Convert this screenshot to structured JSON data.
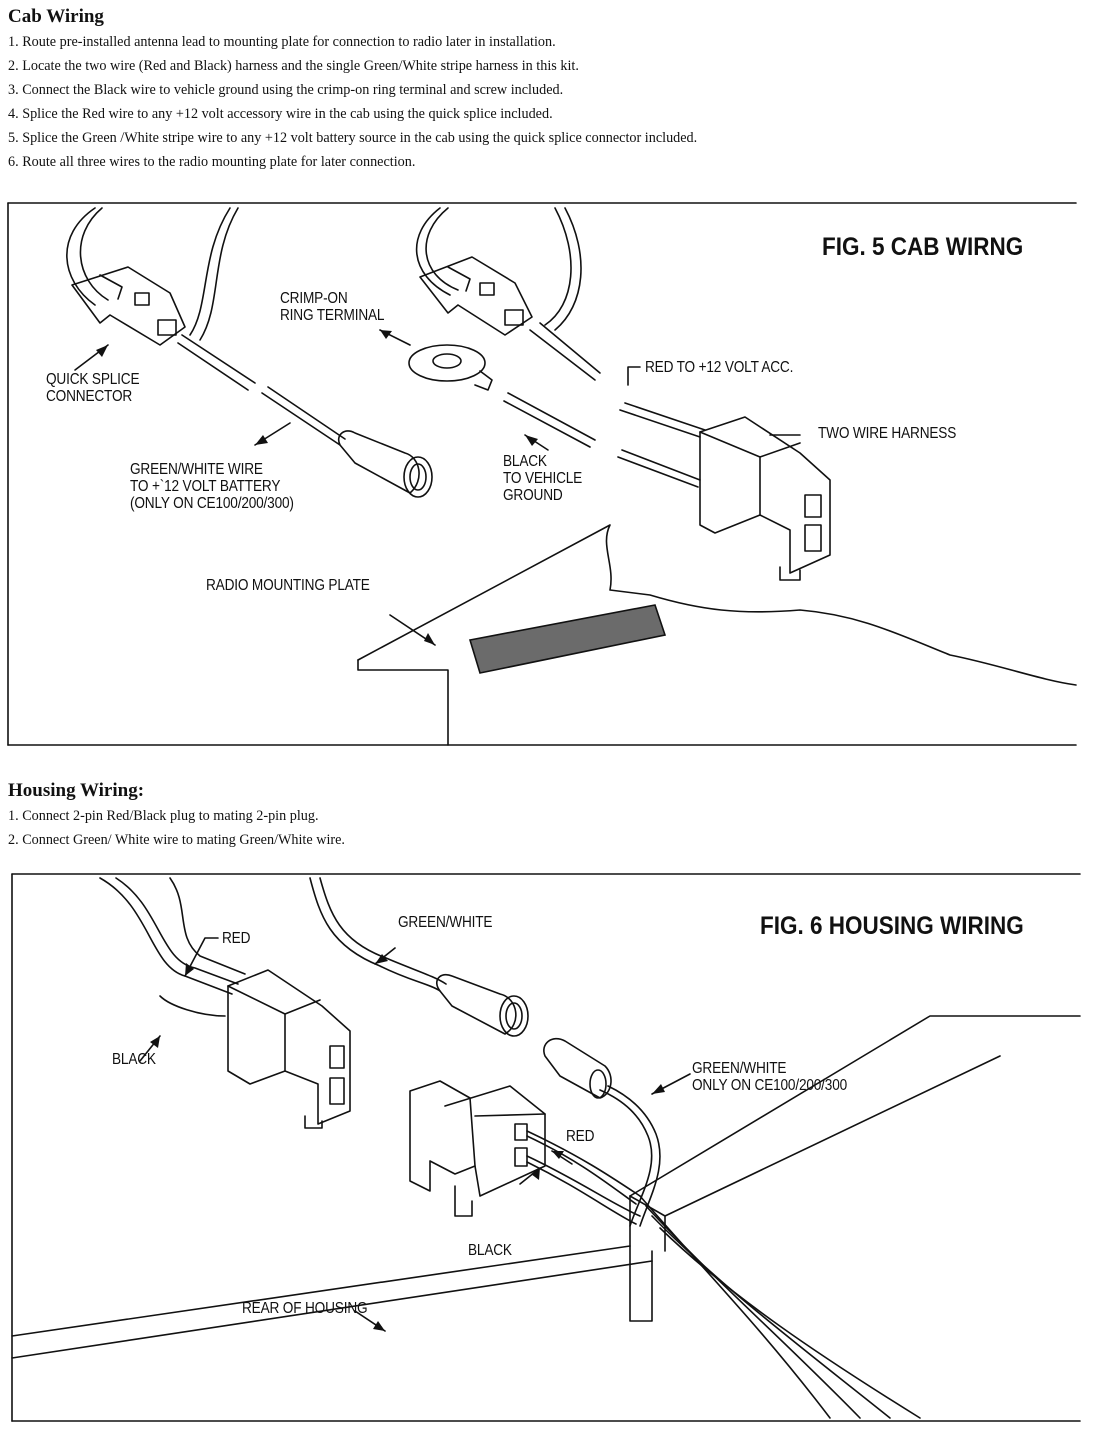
{
  "cab_wiring": {
    "heading": "Cab Wiring",
    "steps": [
      "1. Route pre-installed antenna lead to mounting plate for connection to radio later in installation.",
      "2. Locate the two wire (Red and Black) harness and the single Green/White stripe harness in this kit.",
      "3. Connect the Black wire to vehicle ground using the crimp-on ring terminal and screw included.",
      "4. Splice the Red wire to any +12 volt accessory wire in the cab using the quick splice included.",
      "5. Splice the Green /White stripe wire to any +12 volt battery source in the cab using the quick splice connector included.",
      "6.  Route all three wires to the radio mounting plate for later connection."
    ]
  },
  "fig5": {
    "title": "FIG. 5 CAB WIRNG",
    "labels": {
      "crimp": "CRIMP-ON\nRING TERMINAL",
      "quick_splice": "QUICK SPLICE\nCONNECTOR",
      "red": "RED TO +12 VOLT ACC.",
      "two_wire": "TWO WIRE HARNESS",
      "green_white": "GREEN/WHITE WIRE\nTO +`12 VOLT BATTERY\n(ONLY ON CE100/200/300)",
      "black": "BLACK\nTO VEHICLE\nGROUND",
      "plate": "RADIO MOUNTING PLATE"
    }
  },
  "housing_wiring": {
    "heading": "Housing Wiring:",
    "steps": [
      "1. Connect 2-pin Red/Black plug to mating 2-pin plug.",
      "2. Connect Green/ White wire to mating Green/White wire."
    ]
  },
  "fig6": {
    "title": "FIG. 6 HOUSING WIRING",
    "labels": {
      "red_top": "RED",
      "green_white_top": "GREEN/WHITE",
      "black_left": "BLACK",
      "green_white_only": "GREEN/WHITE\nONLY ON CE100/200/300",
      "red_mid": "RED",
      "black_mid": "BLACK",
      "rear": "REAR OF HOUSING"
    }
  }
}
